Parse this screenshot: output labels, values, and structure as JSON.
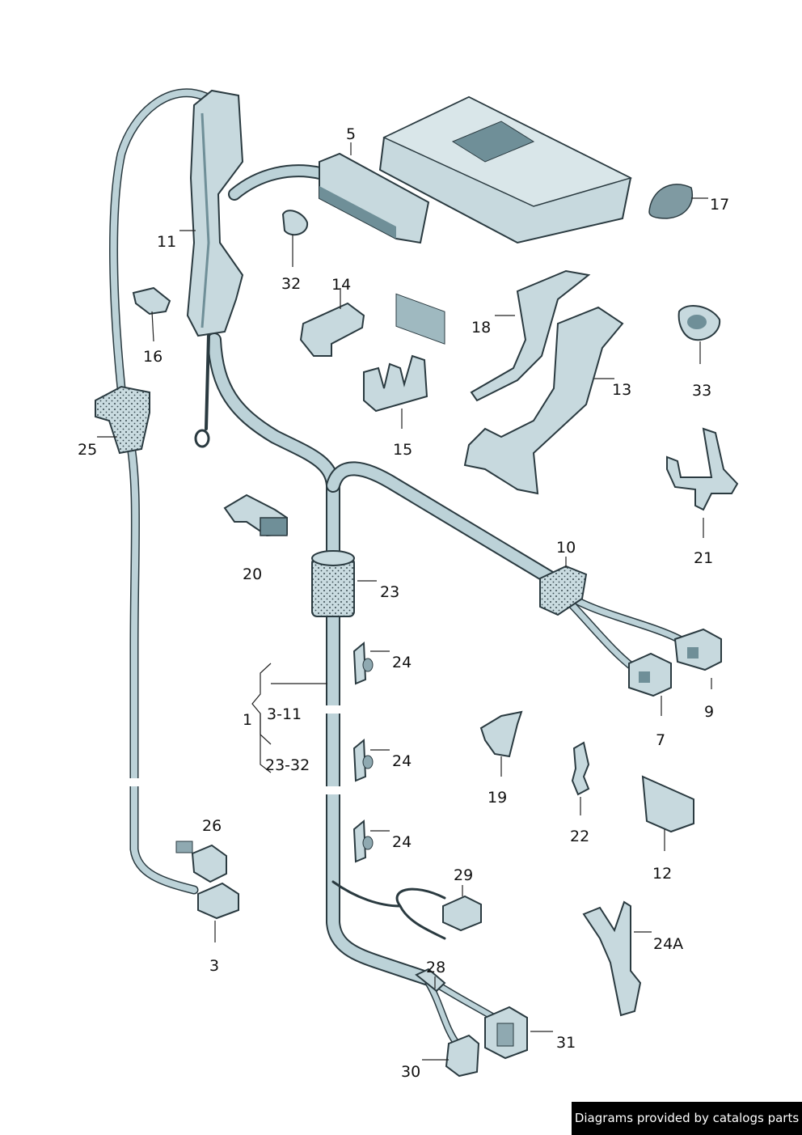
{
  "colors": {
    "harness_fill": "#bcd2d8",
    "harness_stroke": "#2a3a40",
    "part_fill": "#c7d9de",
    "part_dark": "#6f8f98",
    "leader": "#222222"
  },
  "labels": {
    "l5": "5",
    "l11": "11",
    "l32": "32",
    "l14": "14",
    "l17": "17",
    "l16": "16",
    "l18": "18",
    "l13": "13",
    "l33": "33",
    "l15": "15",
    "l25": "25",
    "l21": "21",
    "l20": "20",
    "l10": "10",
    "l23": "23",
    "l24a": "24",
    "l1": "1",
    "l3_11": "3-11",
    "l23_32": "23-32",
    "l9": "9",
    "l7": "7",
    "l24b": "24",
    "l19": "19",
    "l22": "22",
    "l26": "26",
    "l24c": "24",
    "l12": "12",
    "l29": "29",
    "l3": "3",
    "l24A": "24A",
    "l28": "28",
    "l31": "31",
    "l30": "30"
  },
  "footer": {
    "credit": "Diagrams provided by catalogs parts"
  }
}
